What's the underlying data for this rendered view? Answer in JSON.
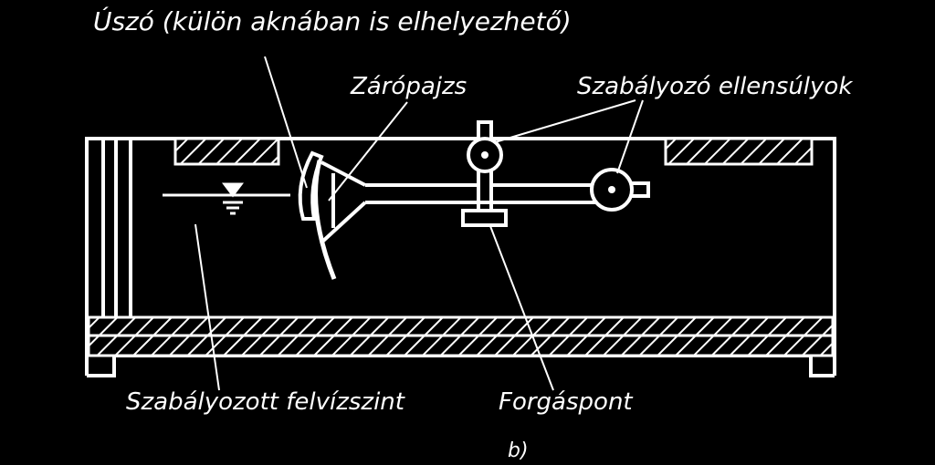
{
  "labels": {
    "float": "Úszó (külön aknában is elhelyezhető)",
    "shutter": "Zárópajzs",
    "counterweights": "Szabályozó ellensúlyok",
    "water_level": "Szabályozott felvízszint",
    "pivot": "Forgáspont",
    "figure": "b)"
  },
  "colors": {
    "background": "#000000",
    "ink": "#ffffff"
  }
}
